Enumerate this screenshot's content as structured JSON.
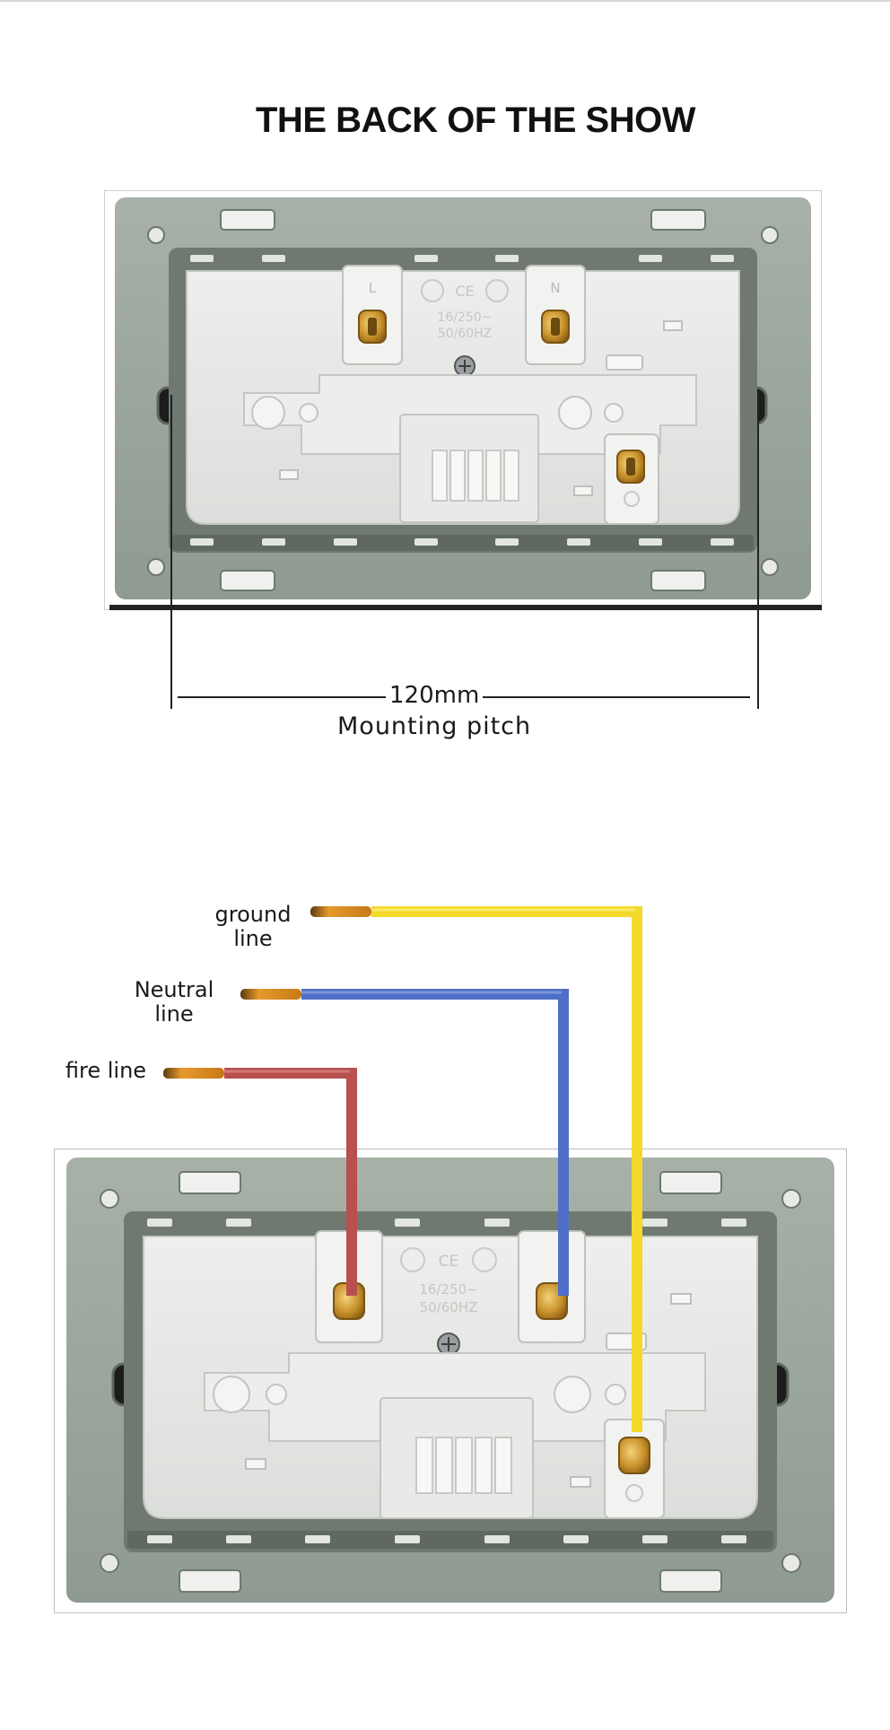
{
  "title": "THE BACK OF THE SHOW",
  "dimension": {
    "value": "120mm",
    "caption": "Mounting pitch"
  },
  "socket": {
    "terminal_left": "L",
    "terminal_right": "N",
    "ce_mark": "CE",
    "rating_line1": "16/250~",
    "rating_line2": "50/60HZ"
  },
  "wires": {
    "ground": {
      "label_line1": "ground",
      "label_line2": "line",
      "color": "#f2d92a"
    },
    "neutral": {
      "label_line1": "Neutral",
      "label_line2": "line",
      "color": "#4f6fc8"
    },
    "fire": {
      "label_line1": "fire line",
      "color": "#b8504f"
    }
  },
  "colors": {
    "frame": "#9ba69c",
    "frame_dark": "#7f8a80",
    "housing": "#e7e8e6",
    "housing_shade": "#d4d6d3",
    "brass": "#d6a740",
    "copper_tip": "#d98b22"
  }
}
